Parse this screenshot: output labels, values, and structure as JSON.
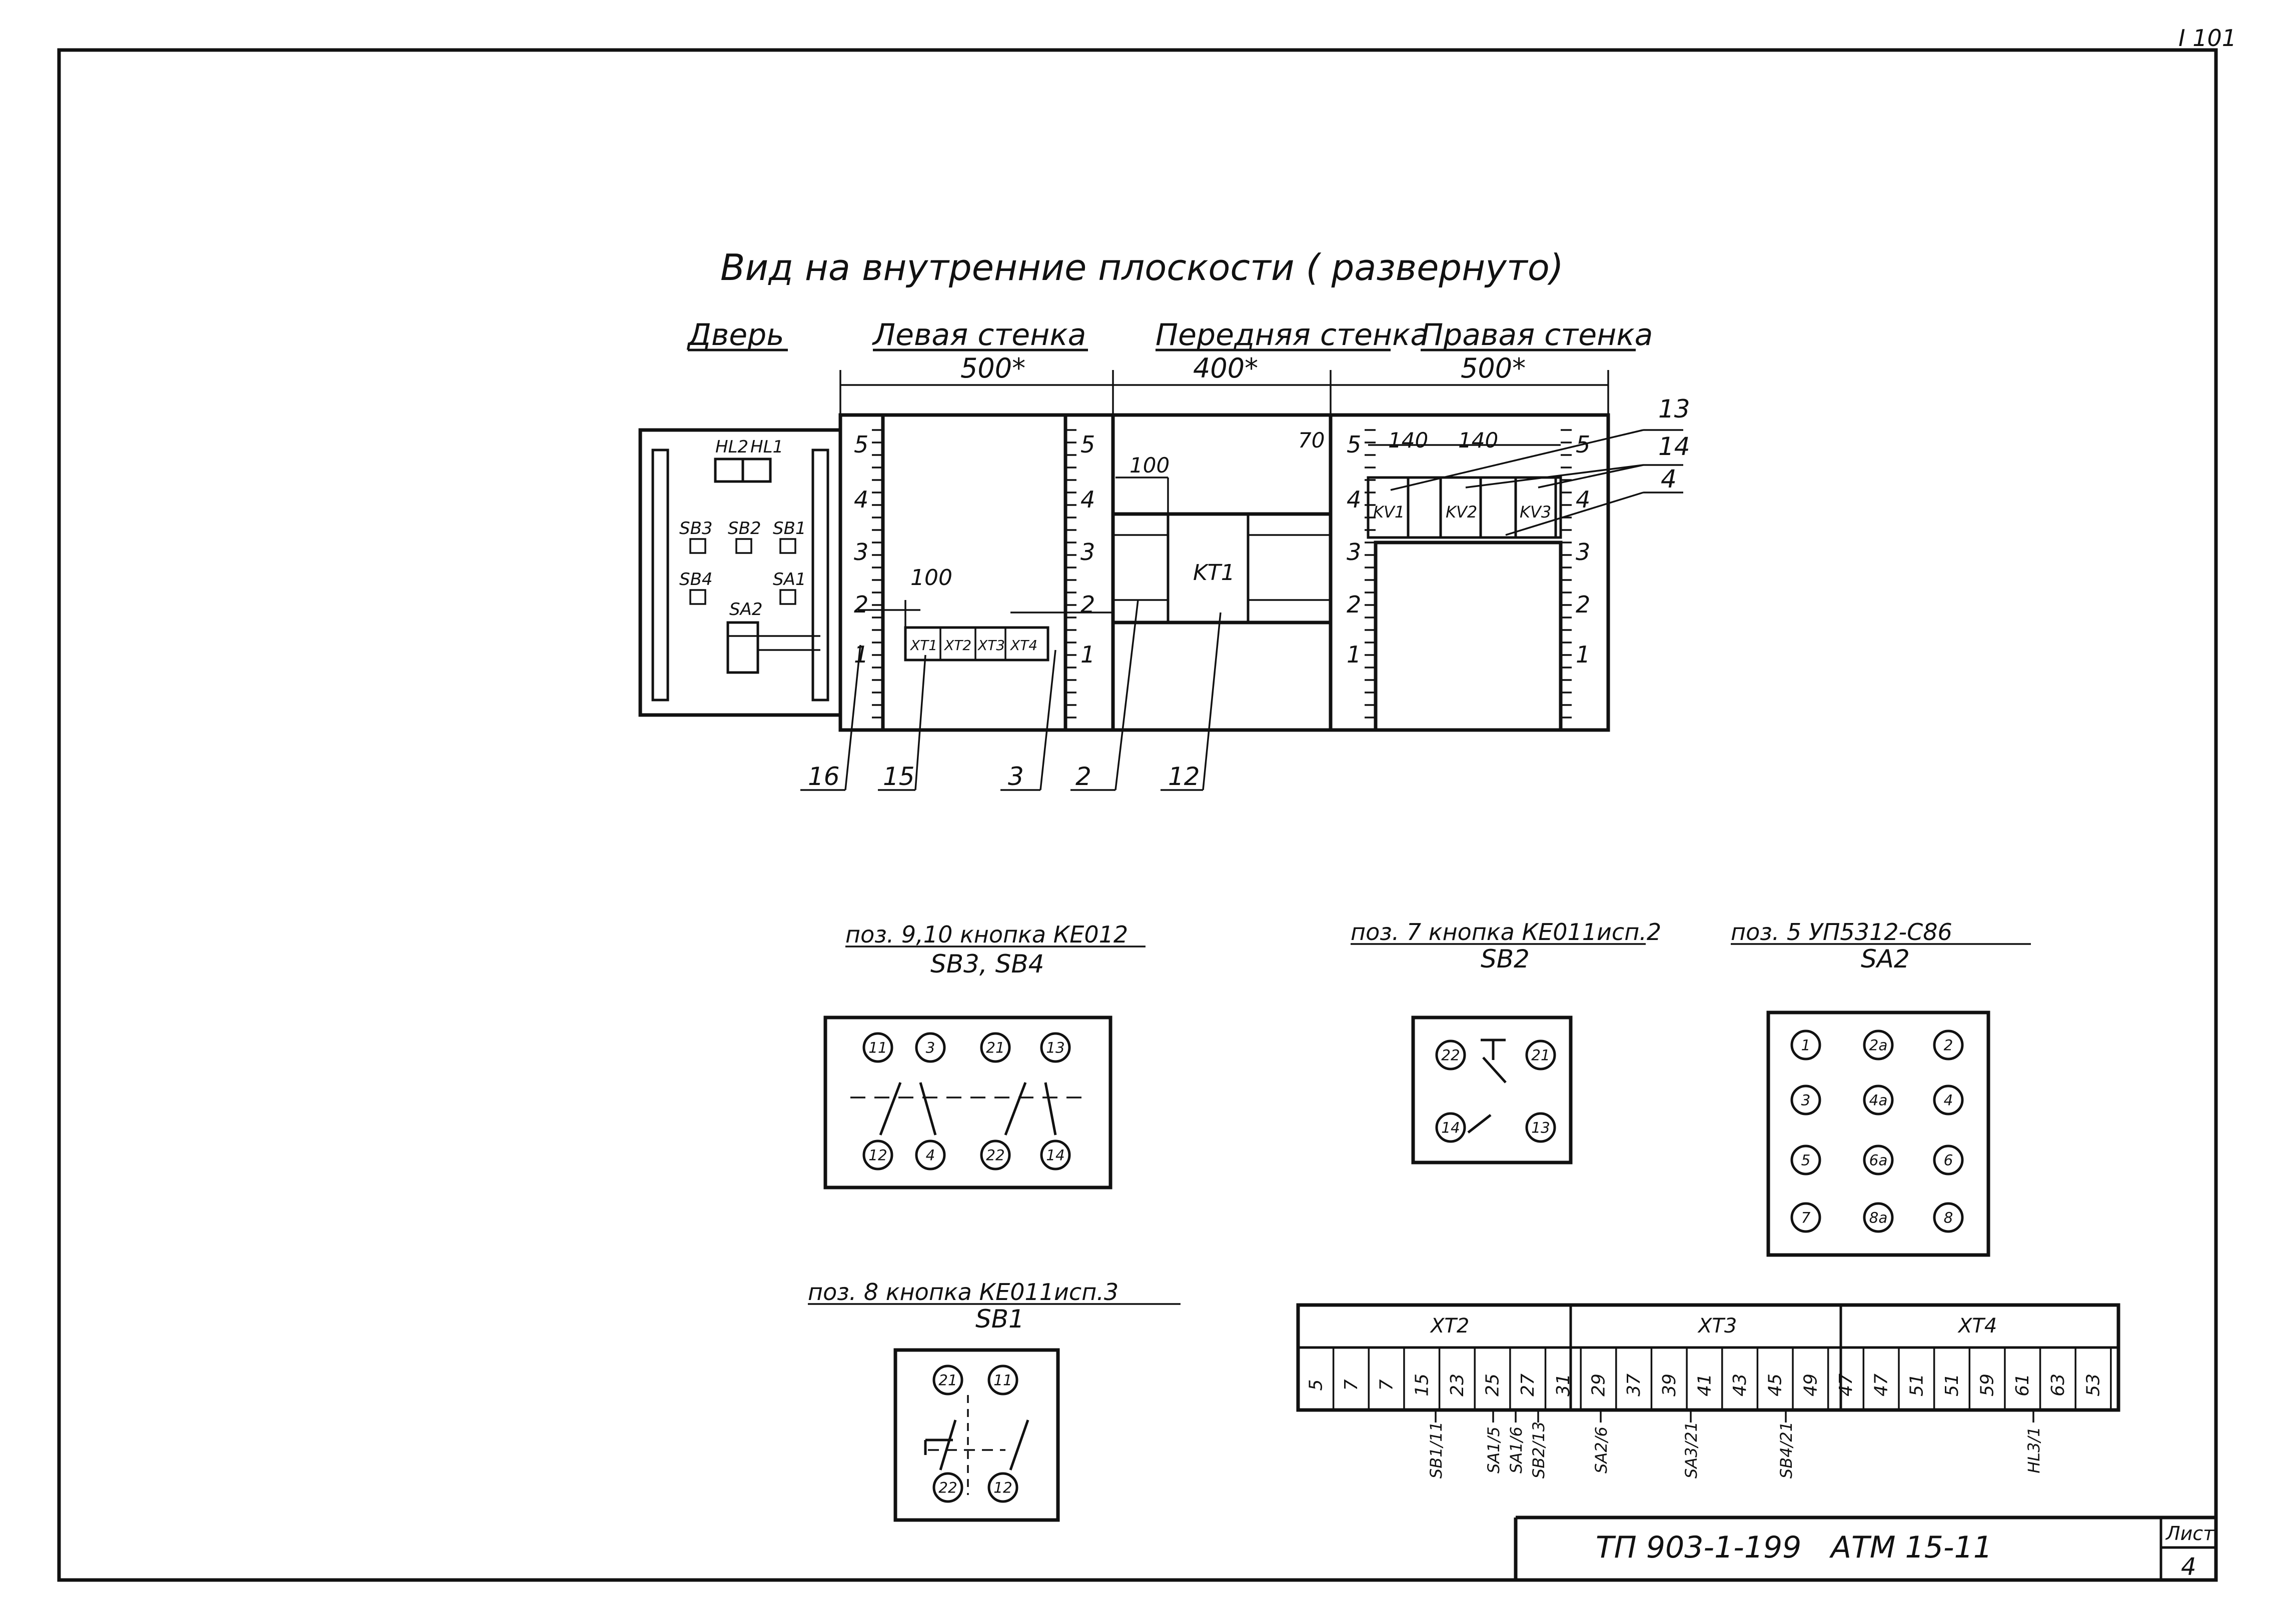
{
  "sheet_code": "I 101",
  "title": "Вид на внутренние плоскости ( развернуто)",
  "headings": {
    "door": "Дверь",
    "left_wall": "Левая стенка",
    "front_wall": "Передняя стенка",
    "right_wall": "Правая стенка"
  },
  "dims": {
    "left_wall": "500*",
    "front_wall": "400*",
    "right_wall": "500*",
    "d100_front": "100",
    "d100_left": "100",
    "d70": "70",
    "d140a": "140",
    "d140b": "140"
  },
  "ruler_ticks": [
    "1",
    "2",
    "3",
    "4",
    "5"
  ],
  "door_items": [
    "HL2",
    "HL1",
    "SB3",
    "SB2",
    "SB1",
    "SB4",
    "SA1",
    "SA2"
  ],
  "terminals": [
    "XT1",
    "XT2",
    "XT3",
    "XT4"
  ],
  "front_device": "KT1",
  "relays": [
    "KV1",
    "KV2",
    "KV3"
  ],
  "callouts": {
    "c16": "16",
    "c15": "15",
    "c3": "3",
    "c2": "2",
    "c12": "12",
    "c13": "13",
    "c14": "14",
    "c4": "4"
  },
  "detail_sb3_sb4": {
    "caption": "поз. 9,10 кнопка КЕ012",
    "sub": "SB3, SB4",
    "pins": [
      "11",
      "3",
      "21",
      "13",
      "12",
      "4",
      "22",
      "14"
    ]
  },
  "detail_sb2": {
    "caption": "поз. 7 кнопка КЕ011исп.2",
    "sub": "SB2",
    "pins": [
      "22",
      "21",
      "14",
      "13"
    ]
  },
  "detail_sa2": {
    "caption": "поз. 5 УП5312-С86",
    "sub": "SA2",
    "pins": [
      "1",
      "2a",
      "2",
      "3",
      "4a",
      "4",
      "5",
      "6a",
      "6",
      "7",
      "8a",
      "8"
    ]
  },
  "detail_sb1": {
    "caption": "поз. 8 кнопка КЕ011исп.3",
    "sub": "SB1",
    "pins": [
      "21",
      "11",
      "22",
      "12"
    ]
  },
  "terminal_strip": {
    "groups": [
      "XT2",
      "XT3",
      "XT4"
    ],
    "cells": [
      "5",
      "7",
      "7",
      "15",
      "23",
      "25",
      "27",
      "31",
      "29",
      "37",
      "39",
      "41",
      "43",
      "45",
      "49",
      "47",
      "47",
      "51",
      "51",
      "59",
      "61",
      "63",
      "53"
    ],
    "links": [
      "SB1/11",
      "SA1/5",
      "SA1/6",
      "SB2/13",
      "SA2/6",
      "SA3/21",
      "SB4/21",
      "HL3/1"
    ]
  },
  "stamp": {
    "doc": "ТП 903-1-199",
    "code": "АТМ 15-11",
    "sheet_label": "Лист",
    "sheet_no": "4"
  }
}
